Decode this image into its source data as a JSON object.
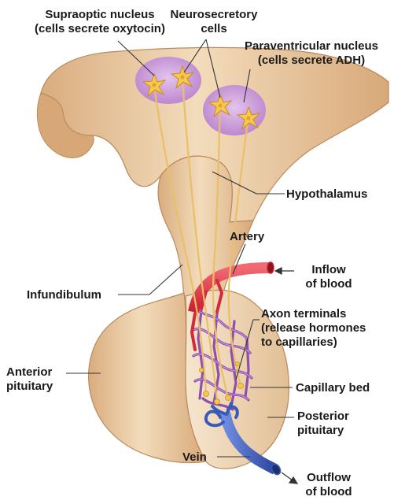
{
  "labels": {
    "supraoptic_1": "Supraoptic nucleus",
    "supraoptic_2": "(cells secrete oxytocin)",
    "neurosecretory_1": "Neurosecretory",
    "neurosecretory_2": "cells",
    "paraventricular_1": "Paraventricular nucleus",
    "paraventricular_2": "(cells secrete ADH)",
    "hypothalamus": "Hypothalamus",
    "artery": "Artery",
    "inflow_1": "Inflow",
    "inflow_2": "of blood",
    "infundibulum": "Infundibulum",
    "axon_1": "Axon terminals",
    "axon_2": "(release hormones",
    "axon_3": "to capillaries)",
    "anterior_1": "Anterior",
    "anterior_2": "pituitary",
    "capillary_bed": "Capillary bed",
    "posterior_1": "Posterior",
    "posterior_2": "pituitary",
    "vein": "Vein",
    "outflow_1": "Outflow",
    "outflow_2": "of blood"
  },
  "colors": {
    "tissue": "#e8c49a",
    "tissue_light": "#f3ddbf",
    "tissue_shadow": "#c99a6c",
    "nucleus": "#c99ad6",
    "neuron": "#f5c64a",
    "axon": "#f2cc7a",
    "artery": "#e0303e",
    "vein": "#3a5ab8",
    "capillary": "#a86bc4",
    "leader": "#333333"
  }
}
